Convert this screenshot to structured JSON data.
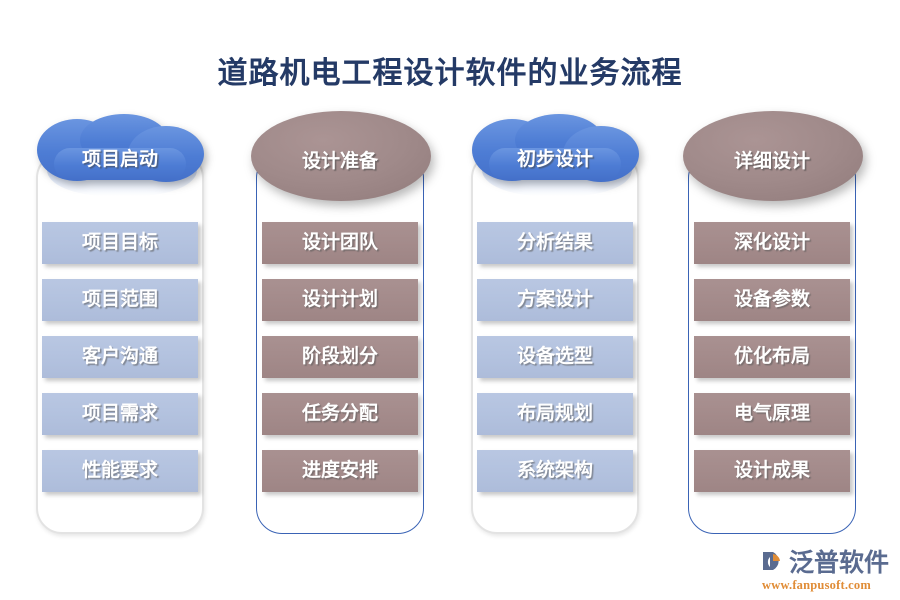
{
  "page": {
    "title": "道路机电工程设计软件的业务流程",
    "background_color": "#ffffff",
    "title_color": "#243a66"
  },
  "colors": {
    "cloud_blue": "#4d7cd4",
    "ellipse_mauve": "#a08a8a",
    "bar_blue": "#b3c2df",
    "bar_mauve": "#a48b8b",
    "frame_blue": "#3a63b5",
    "frame_gray": "#e3e3e3"
  },
  "columns": [
    {
      "header": "项目启动",
      "header_shape": "cloud",
      "theme": "blue",
      "items": [
        "项目目标",
        "项目范围",
        "客户沟通",
        "项目需求",
        "性能要求"
      ]
    },
    {
      "header": "设计准备",
      "header_shape": "ellipse",
      "theme": "mauve",
      "items": [
        "设计团队",
        "设计计划",
        "阶段划分",
        "任务分配",
        "进度安排"
      ]
    },
    {
      "header": "初步设计",
      "header_shape": "cloud",
      "theme": "blue",
      "items": [
        "分析结果",
        "方案设计",
        "设备选型",
        "布局规划",
        "系统架构"
      ]
    },
    {
      "header": "详细设计",
      "header_shape": "ellipse",
      "theme": "mauve",
      "items": [
        "深化设计",
        "设备参数",
        "优化布局",
        "电气原理",
        "设计成果"
      ]
    }
  ],
  "logo": {
    "name": "泛普软件",
    "url": "www.fanpusoft.com",
    "name_color": "#5a6b90",
    "url_color": "#e08c36"
  }
}
